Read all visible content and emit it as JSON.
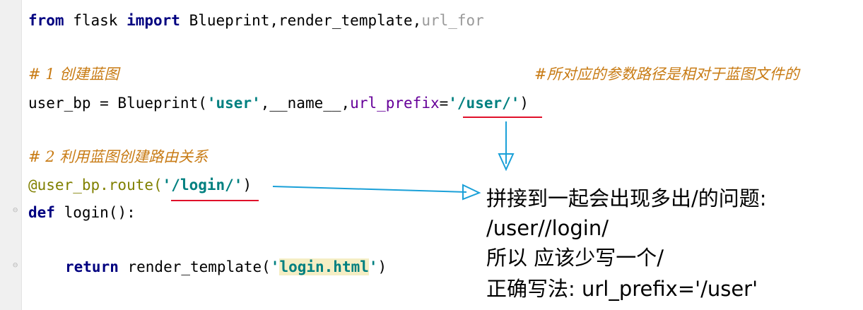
{
  "code": {
    "line1": {
      "kw1": "from",
      "mod": " flask ",
      "kw2": "import",
      " rest": "",
      "names": " Blueprint,render_template,",
      "dim": "url_for"
    },
    "line3": "# 1 创建蓝图",
    "line3_right": "#所对应的参数路径是相对于蓝图文件的",
    "line4": {
      "a": "user_bp = Blueprint(",
      "s1": "'user'",
      "b": ",__name__,",
      "p": "url_prefix",
      "c": "=",
      "s2": "'/user/'",
      "d": ")"
    },
    "line6": "# 2 利用蓝图创建路由关系",
    "line7": {
      "deco": "@user_bp.route(",
      "s": "'/login/'",
      "end": ")"
    },
    "line8": {
      "kw": "def",
      "rest": " login():"
    },
    "line10": {
      "kw": "return",
      "rest": " render_template(",
      "q1": "'",
      "s": "login.html",
      "q2": "'",
      ")": ")"
    }
  },
  "annotation": {
    "line1": "拼接到一起会出现多出/的问题:",
    "line2": "/user//login/",
    "line3": "所以 应该少写一个/",
    "line4": "正确写法: url_prefix='/user'"
  },
  "colors": {
    "underline": "#e0102a",
    "arrow": "#1aa0d8",
    "keyword": "#000080",
    "string": "#008080",
    "comment": "#c87b14"
  }
}
